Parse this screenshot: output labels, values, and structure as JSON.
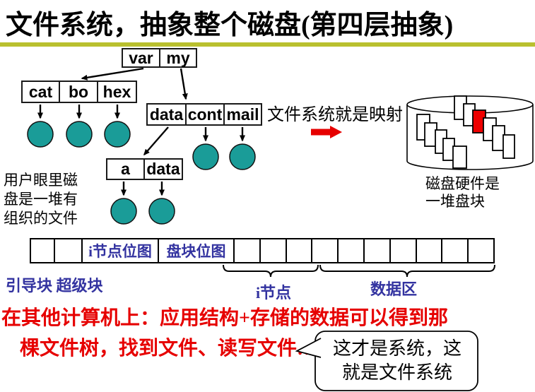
{
  "title": "文件系统，抽象整个磁盘(第四层抽象)",
  "tree": {
    "root": [
      "var",
      "my"
    ],
    "level1": [
      "cat",
      "bo",
      "hex"
    ],
    "level2": [
      "data",
      "cont",
      "mail"
    ],
    "level3": [
      "a",
      "data"
    ]
  },
  "mapping_label": "文件系统就是映射",
  "user_view_lines": [
    "用户眼里磁",
    "盘是一堆有",
    "组织的文件"
  ],
  "disk_caption_lines": [
    "磁盘硬件是",
    "一堆盘块"
  ],
  "disk_array": {
    "inode_bitmap": "i节点位图",
    "block_bitmap": "盘块位图",
    "boot_super_label": "引导块 超级块",
    "inode_label": "i节点",
    "data_area_label": "数据区"
  },
  "bottom_text": {
    "line1": "在其他计算机上：应用结构+存储的数据可以得到那",
    "line2": "棵文件树，找到文件、读写文件…"
  },
  "callout": {
    "line1": "这才是系统，这",
    "line2": "就是文件系统"
  },
  "colors": {
    "underline_olive": "#b9c02f",
    "file_teal": "#1a9c98",
    "block_highlight_red": "#ee0000",
    "label_blue": "#3333a0",
    "bottom_text_red": "#e60000"
  }
}
